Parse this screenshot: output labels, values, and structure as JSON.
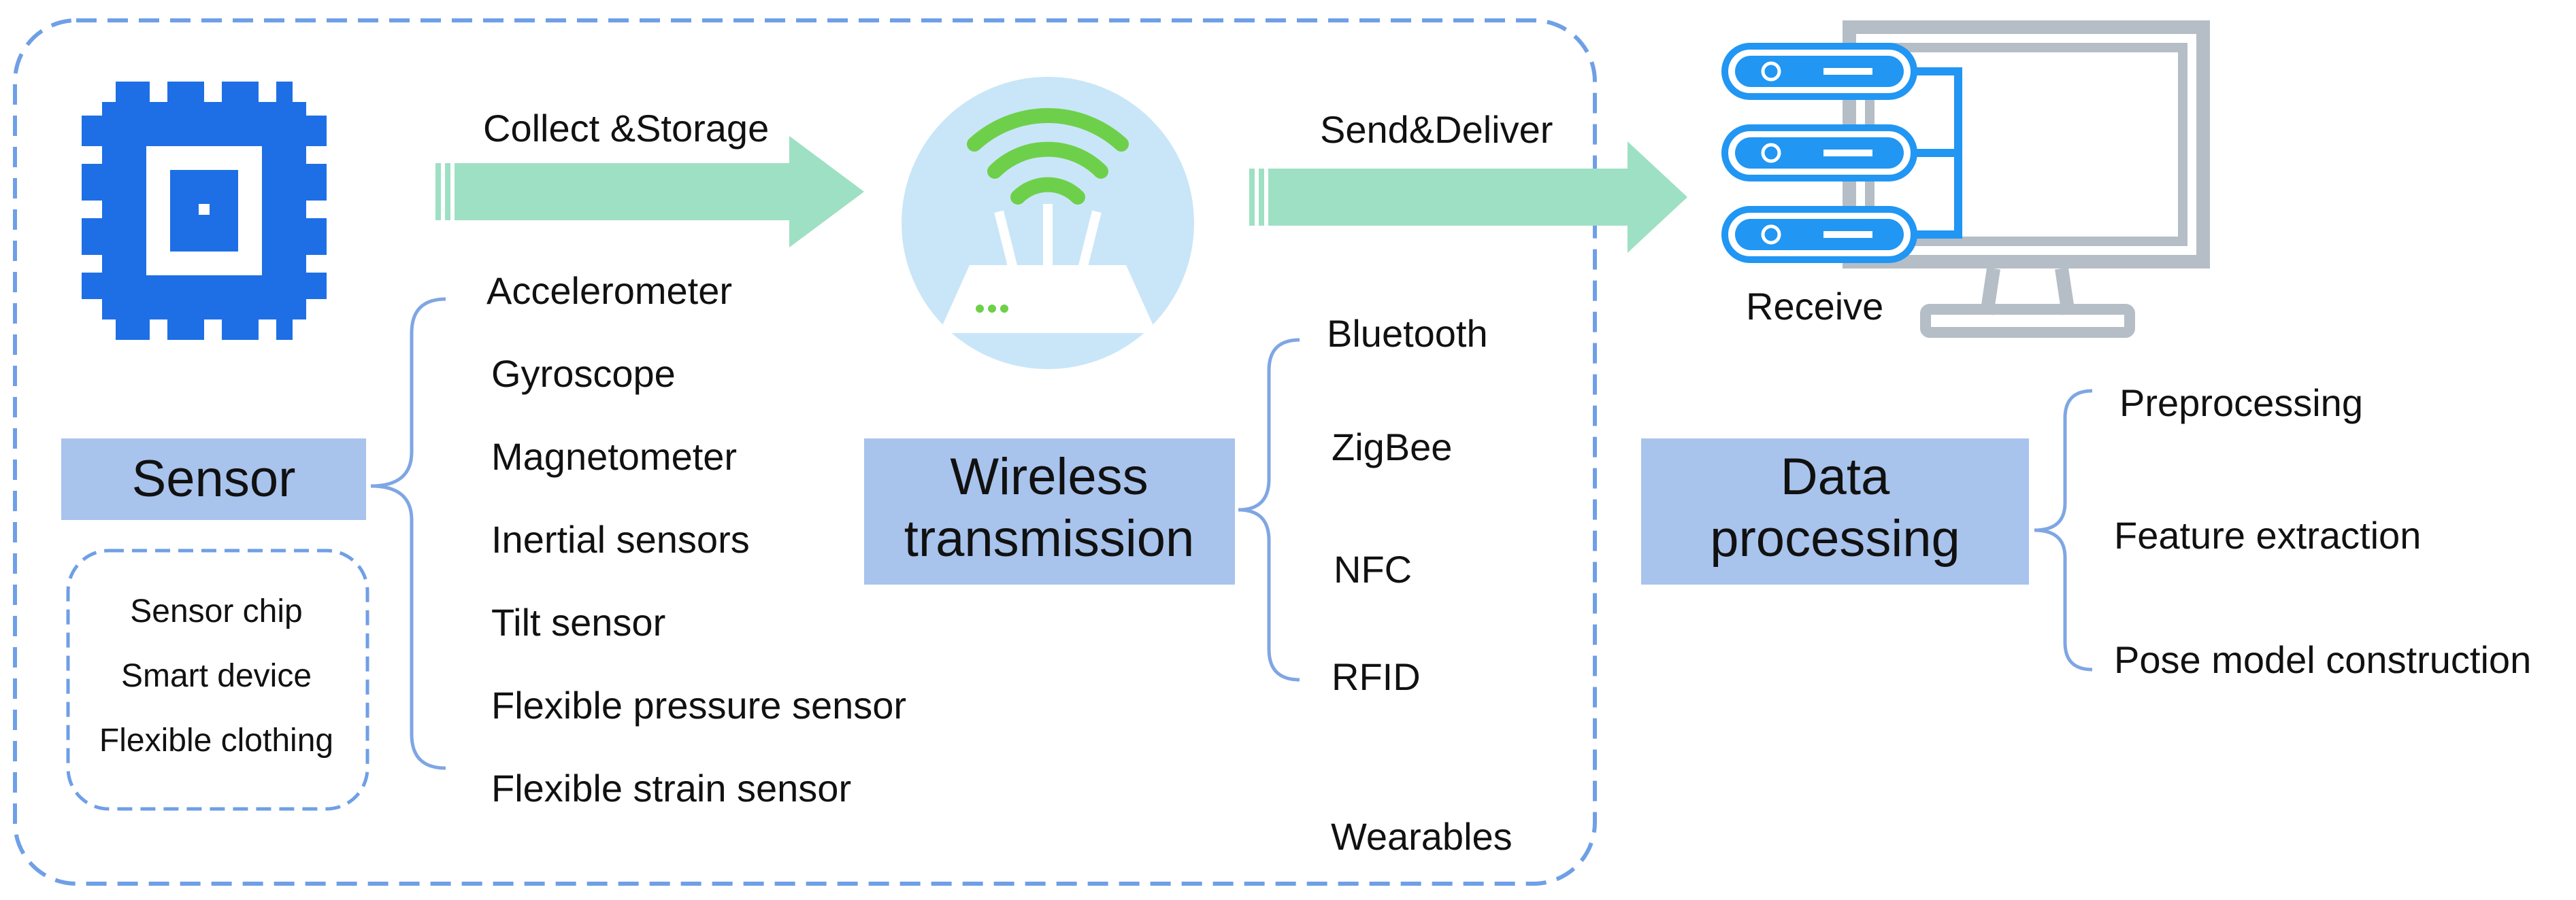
{
  "flow": {
    "collect_label": "Collect &Storage",
    "send_label": "Send&Deliver",
    "receive_label": "Receive"
  },
  "sensor": {
    "title": "Sensor",
    "types": [
      "Accelerometer",
      "Gyroscope",
      "Magnetometer",
      "Inertial sensors",
      "Tilt sensor",
      "Flexible pressure sensor",
      "Flexible strain sensor"
    ],
    "carriers": [
      "Sensor chip",
      "Smart device",
      "Flexible clothing"
    ]
  },
  "wireless": {
    "title_line1": "Wireless",
    "title_line2": "transmission",
    "protocols": [
      "Bluetooth",
      "ZigBee",
      "NFC",
      "RFID"
    ]
  },
  "wearables_label": "Wearables",
  "processing": {
    "title_line1": "Data",
    "title_line2": "processing",
    "steps": [
      "Preprocessing",
      "Feature extraction",
      "Pose model construction"
    ]
  },
  "colors": {
    "chip_blue": "#1e6fe6",
    "arrow_green": "#9ee0c3",
    "box_blue": "#a8c3ec",
    "dash_blue": "#6f9fe6",
    "brace_blue": "#7fa6e4",
    "router_circle": "#c9e6f8",
    "wifi_green": "#6ed04a",
    "server_blue": "#2196f3",
    "monitor_gray": "#b5bec6"
  },
  "icons": [
    "chip-icon",
    "wifi-router-icon",
    "server-icon",
    "monitor-icon"
  ]
}
